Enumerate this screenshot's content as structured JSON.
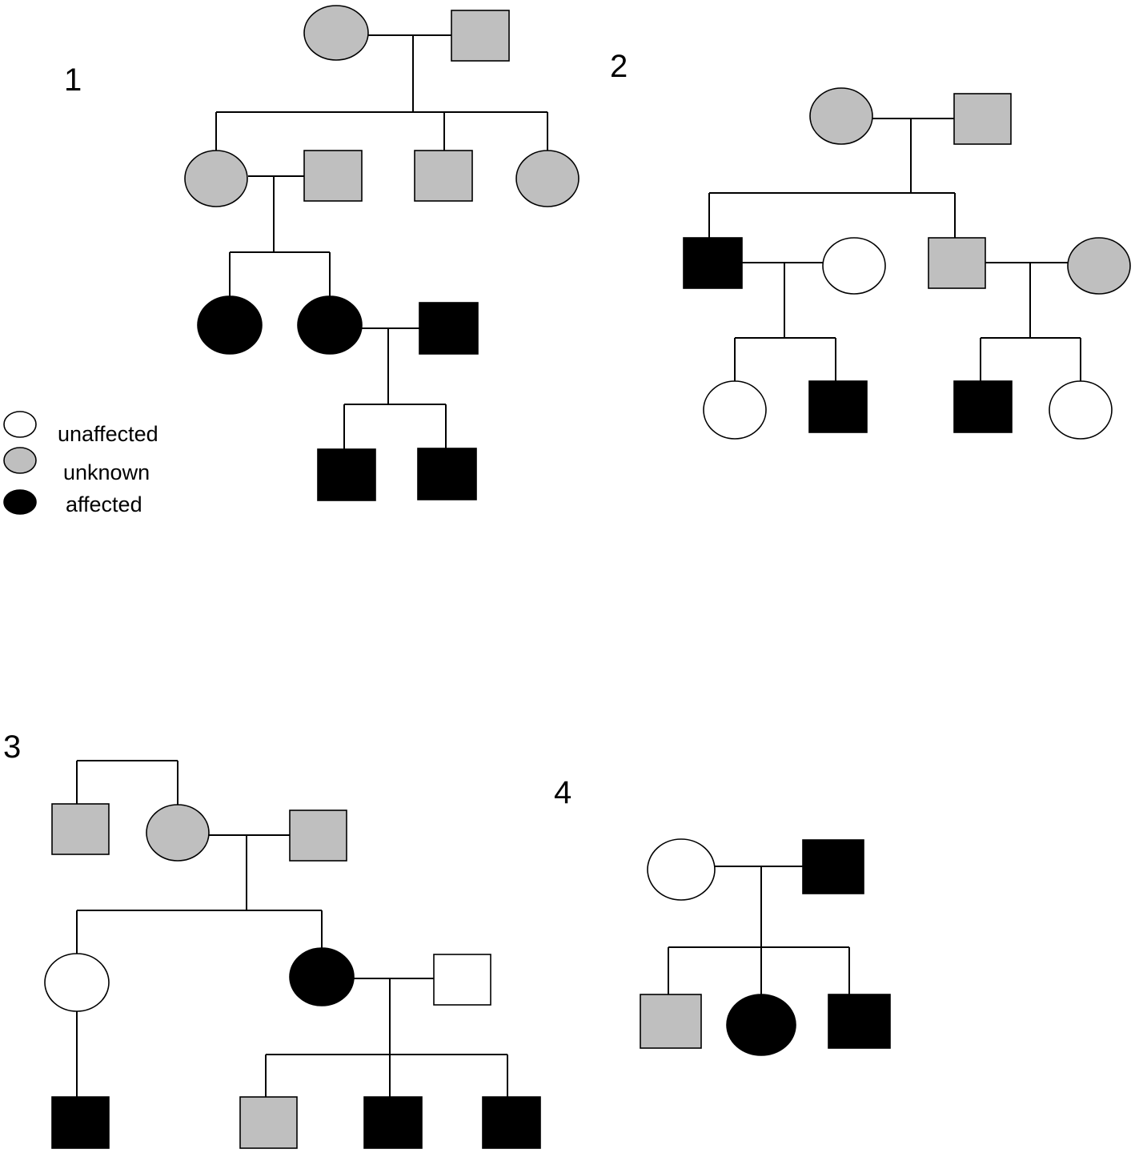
{
  "colors": {
    "unaffected": "#ffffff",
    "unknown": "#bfbfbf",
    "affected": "#000000",
    "line": "#000000"
  },
  "legend": [
    {
      "status": "unaffected",
      "label": "unaffected"
    },
    {
      "status": "unknown",
      "label": "unknown"
    },
    {
      "status": "affected",
      "label": "affected"
    }
  ],
  "pedigrees": [
    {
      "label": "1",
      "individuals": [
        {
          "sex": "female",
          "status": "unknown"
        },
        {
          "sex": "male",
          "status": "unknown"
        },
        {
          "sex": "female",
          "status": "unknown"
        },
        {
          "sex": "male",
          "status": "unknown"
        },
        {
          "sex": "male",
          "status": "unknown"
        },
        {
          "sex": "female",
          "status": "unknown"
        },
        {
          "sex": "female",
          "status": "affected"
        },
        {
          "sex": "female",
          "status": "affected"
        },
        {
          "sex": "male",
          "status": "affected"
        },
        {
          "sex": "male",
          "status": "affected"
        },
        {
          "sex": "male",
          "status": "affected"
        }
      ]
    },
    {
      "label": "2",
      "individuals": [
        {
          "sex": "female",
          "status": "unknown"
        },
        {
          "sex": "male",
          "status": "unknown"
        },
        {
          "sex": "male",
          "status": "affected"
        },
        {
          "sex": "female",
          "status": "unaffected"
        },
        {
          "sex": "male",
          "status": "unknown"
        },
        {
          "sex": "female",
          "status": "unknown"
        },
        {
          "sex": "female",
          "status": "unaffected"
        },
        {
          "sex": "male",
          "status": "affected"
        },
        {
          "sex": "male",
          "status": "affected"
        },
        {
          "sex": "female",
          "status": "unaffected"
        }
      ]
    },
    {
      "label": "3",
      "individuals": [
        {
          "sex": "male",
          "status": "unknown"
        },
        {
          "sex": "female",
          "status": "unknown"
        },
        {
          "sex": "male",
          "status": "unknown"
        },
        {
          "sex": "female",
          "status": "unaffected"
        },
        {
          "sex": "female",
          "status": "affected"
        },
        {
          "sex": "male",
          "status": "unaffected"
        },
        {
          "sex": "male",
          "status": "affected"
        },
        {
          "sex": "male",
          "status": "unknown"
        },
        {
          "sex": "male",
          "status": "affected"
        },
        {
          "sex": "male",
          "status": "affected"
        }
      ]
    },
    {
      "label": "4",
      "individuals": [
        {
          "sex": "female",
          "status": "unaffected"
        },
        {
          "sex": "male",
          "status": "affected"
        },
        {
          "sex": "male",
          "status": "unknown"
        },
        {
          "sex": "female",
          "status": "affected"
        },
        {
          "sex": "male",
          "status": "affected"
        }
      ]
    }
  ]
}
